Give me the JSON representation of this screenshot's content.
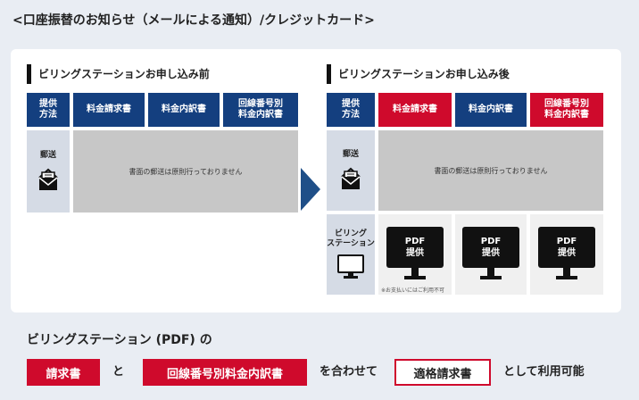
{
  "page_title": "<口座振替のお知らせ（メールによる通知）/クレジットカード>",
  "before": {
    "title": "ビリングステーションお申し込み前",
    "headers": [
      {
        "lines": [
          "提供",
          "方法"
        ],
        "color": "#143f7f"
      },
      {
        "lines": [
          "料金請求書"
        ],
        "color": "#143f7f"
      },
      {
        "lines": [
          "料金内訳書"
        ],
        "color": "#143f7f"
      },
      {
        "lines": [
          "回線番号別",
          "料金内訳書"
        ],
        "color": "#143f7f"
      }
    ],
    "mail_label": "郵送",
    "mail_text": "書面の郵送は原則行っておりません"
  },
  "after": {
    "title": "ビリングステーションお申し込み後",
    "headers": [
      {
        "lines": [
          "提供",
          "方法"
        ],
        "color": "#143f7f"
      },
      {
        "lines": [
          "料金請求書"
        ],
        "color": "#cf0a2c"
      },
      {
        "lines": [
          "料金内訳書"
        ],
        "color": "#143f7f"
      },
      {
        "lines": [
          "回線番号別",
          "料金内訳書"
        ],
        "color": "#cf0a2c"
      }
    ],
    "mail_label": "郵送",
    "mail_text": "書面の郵送は原則行っておりません",
    "billing_label": [
      "ビリング",
      "ステーション"
    ],
    "pdf_label": [
      "PDF",
      "提供"
    ],
    "pdf_note": "※お支払いにはご利用不可"
  },
  "bottom": {
    "lead": "ビリングステーション (PDF) の",
    "chip1": "請求書",
    "conj1": "と",
    "chip2": "回線番号別料金内訳書",
    "conj2": "を合わせて",
    "chip3": "適格請求書",
    "tail": "として利用可能"
  },
  "icons": [
    "envelope-icon",
    "monitor-icon",
    "arrow-right-icon"
  ],
  "colors": {
    "navy": "#143f7f",
    "red": "#cf0a2c",
    "gray": "#c7c7c7",
    "side": "#d5dbe5"
  }
}
